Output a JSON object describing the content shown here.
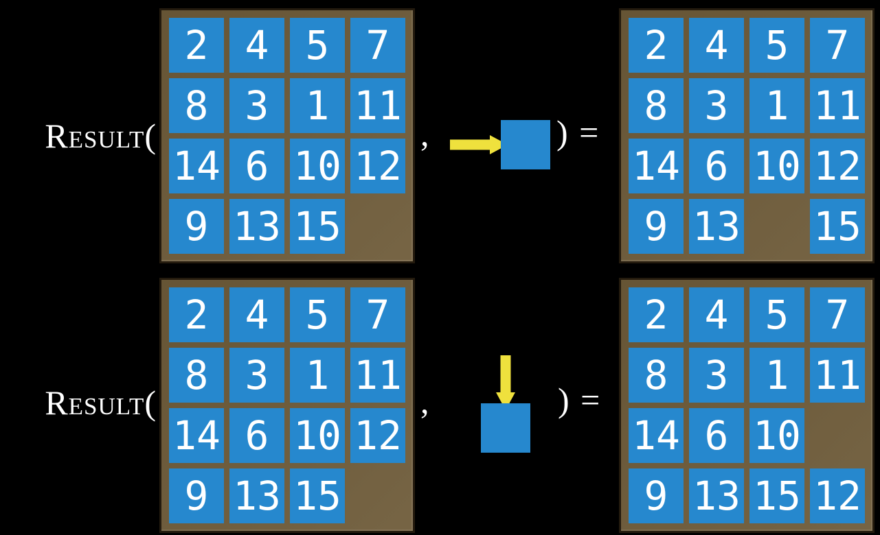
{
  "colors": {
    "background": "#000000",
    "board_fill": "#6E5B39",
    "board_border": "#241B0E",
    "tile_blue": "#2688CE",
    "arrow_yellow": "#EFE13D",
    "text_white": "#FFFFFF"
  },
  "rows": [
    {
      "function_label": "Result(",
      "comma": ",",
      "close_label": ") =",
      "move_direction": "right",
      "input_board": [
        [
          2,
          4,
          5,
          7
        ],
        [
          8,
          3,
          1,
          11
        ],
        [
          14,
          6,
          10,
          12
        ],
        [
          9,
          13,
          15,
          null
        ]
      ],
      "result_board": [
        [
          2,
          4,
          5,
          7
        ],
        [
          8,
          3,
          1,
          11
        ],
        [
          14,
          6,
          10,
          12
        ],
        [
          9,
          13,
          null,
          15
        ]
      ]
    },
    {
      "function_label": "Result(",
      "comma": ",",
      "close_label": ") =",
      "move_direction": "down",
      "input_board": [
        [
          2,
          4,
          5,
          7
        ],
        [
          8,
          3,
          1,
          11
        ],
        [
          14,
          6,
          10,
          12
        ],
        [
          9,
          13,
          15,
          null
        ]
      ],
      "result_board": [
        [
          2,
          4,
          5,
          7
        ],
        [
          8,
          3,
          1,
          11
        ],
        [
          14,
          6,
          10,
          null
        ],
        [
          9,
          13,
          15,
          12
        ]
      ]
    }
  ]
}
